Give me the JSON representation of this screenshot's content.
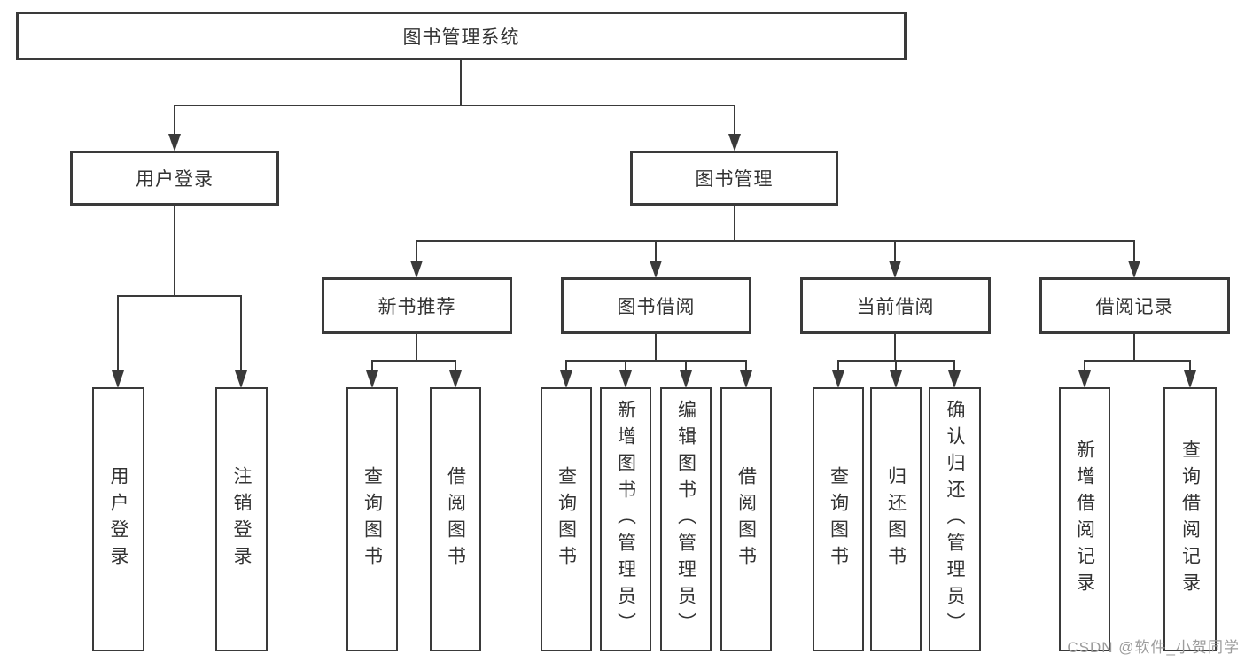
{
  "tree": {
    "root": {
      "label": "图书管理系统",
      "children": [
        {
          "label": "用户登录",
          "children": [
            {
              "label": "用户登录"
            },
            {
              "label": "注销登录"
            }
          ]
        },
        {
          "label": "图书管理",
          "children": [
            {
              "label": "新书推荐",
              "children": [
                {
                  "label": "查询图书"
                },
                {
                  "label": "借阅图书"
                }
              ]
            },
            {
              "label": "图书借阅",
              "children": [
                {
                  "label": "查询图书"
                },
                {
                  "label": "新增图书（管理员）"
                },
                {
                  "label": "编辑图书（管理员）"
                },
                {
                  "label": "借阅图书"
                }
              ]
            },
            {
              "label": "当前借阅",
              "children": [
                {
                  "label": "查询图书"
                },
                {
                  "label": "归还图书"
                },
                {
                  "label": "确认归还（管理员）"
                }
              ]
            },
            {
              "label": "借阅记录",
              "children": [
                {
                  "label": "新增借阅记录"
                },
                {
                  "label": "查询借阅记录"
                }
              ]
            }
          ]
        }
      ]
    }
  },
  "watermark": {
    "text": "CSDN @软件_小贺同学",
    "color": "#9c9c9c"
  },
  "colors": {
    "line": "#3a3a3a",
    "text": "#333333",
    "background": "#ffffff"
  }
}
